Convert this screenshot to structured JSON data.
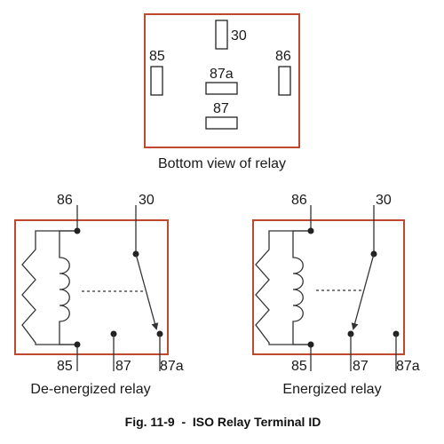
{
  "bottom_view": {
    "pins": {
      "p30": "30",
      "p85": "85",
      "p86": "86",
      "p87a": "87a",
      "p87": "87"
    },
    "caption": "Bottom view of relay"
  },
  "de_energized": {
    "labels": {
      "t86": "86",
      "t30": "30",
      "t85": "85",
      "t87": "87",
      "t87a": "87a"
    },
    "caption": "De-energized relay"
  },
  "energized": {
    "labels": {
      "t86": "86",
      "t30": "30",
      "t85": "85",
      "t87": "87",
      "t87a": "87a"
    },
    "caption": "Energized relay"
  },
  "figure_caption": "Fig. 11-9  -  ISO Relay Terminal ID",
  "colors": {
    "outline": "#c0482e",
    "ink": "#333333"
  }
}
